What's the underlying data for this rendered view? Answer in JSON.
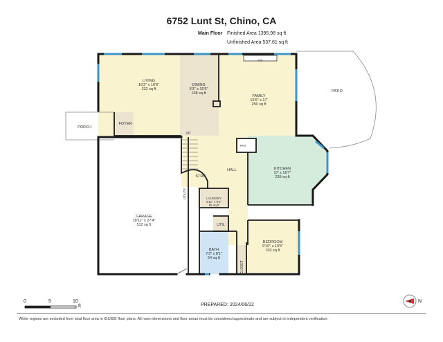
{
  "header": {
    "title": "6752 Lunt St, Chino, CA",
    "floor": "Main Floor",
    "finished_area": "Finished Area 1395.98 sq ft",
    "unfinished_area": "Unfinished Area 537.61 sq ft"
  },
  "rooms": {
    "living": {
      "name": "LIVING",
      "dims": "16'2\" x 16'6\"",
      "area": "232 sq ft"
    },
    "dining": {
      "name": "DINING",
      "dims": "9'3\" x 16'6\"",
      "area": "138 sq ft"
    },
    "family": {
      "name": "FAMILY",
      "dims": "15'6\" x 17'",
      "area": "250 sq ft"
    },
    "kitchen": {
      "name": "KITCHEN",
      "dims": "17' x 16'7\"",
      "area": "239 sq ft"
    },
    "garage": {
      "name": "GARAGE",
      "dims": "18'11\" x 27'4\"",
      "area": "512 sq ft"
    },
    "laundry": {
      "name": "LAUNDRY",
      "dims": "5'11\" x 9'4\"",
      "area": "55 sq ft"
    },
    "bath": {
      "name": "BATH",
      "dims": "7'3\" x 8'1\"",
      "area": "54 sq ft"
    },
    "bedroom": {
      "name": "BEDROOM",
      "dims": "9'10\" x 10'5\"",
      "area": "103 sq ft"
    }
  },
  "labels": {
    "porch": "PORCH",
    "foyer": "FOYER",
    "patio": "PATIO",
    "hall": "HALL",
    "strg": "STRG",
    "util": "UTIL",
    "closet": "CLOSET",
    "pnt": "PNT",
    "up": "UP",
    "utility": "UTILITY",
    "fp": "F/P"
  },
  "scale": {
    "ticks": [
      "0",
      "5",
      "10"
    ],
    "unit": "ft"
  },
  "prepared": "PREPARED: 2024/06/22",
  "disclaimer": "White regions are excluded from total floor area in iGUIDE floor plans. All room dimensions and floor areas must be considered approximate and are subject to independent verification.",
  "colors": {
    "yellow": "#faf3cf",
    "beige": "#ede4d0",
    "green": "#d5ecdc",
    "blue": "#cfe5f5",
    "window": "#3f95c8",
    "wall": "#1a1a1a"
  }
}
